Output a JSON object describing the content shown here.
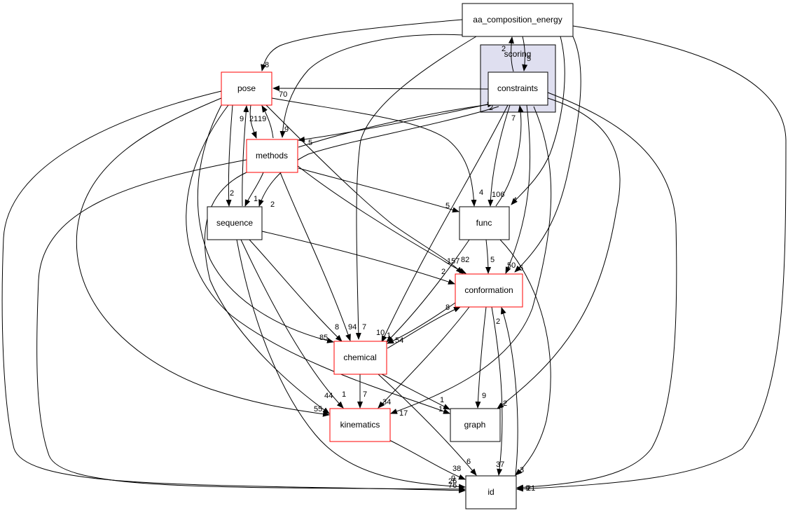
{
  "graph": {
    "cluster": {
      "label": "scoring"
    },
    "nodes": [
      {
        "id": "aa_composition_energy",
        "label": "aa_composition_energy",
        "border": "#000000"
      },
      {
        "id": "constraints",
        "label": "constraints",
        "border": "#000000"
      },
      {
        "id": "pose",
        "label": "pose",
        "border": "#ff0000"
      },
      {
        "id": "methods",
        "label": "methods",
        "border": "#ff0000"
      },
      {
        "id": "sequence",
        "label": "sequence",
        "border": "#000000"
      },
      {
        "id": "func",
        "label": "func",
        "border": "#000000"
      },
      {
        "id": "conformation",
        "label": "conformation",
        "border": "#ff0000"
      },
      {
        "id": "chemical",
        "label": "chemical",
        "border": "#ff0000"
      },
      {
        "id": "kinematics",
        "label": "kinematics",
        "border": "#ff0000"
      },
      {
        "id": "graph",
        "label": "graph",
        "border": "#000000"
      },
      {
        "id": "id",
        "label": "id",
        "border": "#000000"
      }
    ],
    "edge_labels": {
      "aa_to_pose": "8",
      "aa_to_constraints": "5",
      "constraints_to_aa": "2",
      "constraints_to_pose": "70",
      "aa_to_methods": "9",
      "constraints_to_methods": "5",
      "methods_to_constraints": "2",
      "pose_to_methods": "21",
      "methods_to_pose": "9",
      "methods_to_pose_b": "19",
      "pose_to_sequence": "2",
      "methods_to_sequence": "1",
      "constraints_to_sequence": "2",
      "pose_to_func": "4",
      "methods_to_func": "5",
      "constraints_to_func": "106",
      "aa_to_func": "4",
      "func_to_constraints": "7",
      "pose_to_conformation": "157",
      "methods_to_conformation": "82",
      "sequence_to_conformation": "2",
      "func_to_conformation": "5",
      "constraints_to_conformation": "50",
      "aa_to_conformation": "6",
      "pose_to_chemical": "85",
      "sequence_to_chemical": "8",
      "methods_to_chemical": "94",
      "aa_to_chemical": "7",
      "constraints_to_chemical": "10",
      "func_to_chemical": "1",
      "conformation_to_chemical": "54",
      "chemical_to_conformation": "8",
      "pose_to_kinematics": "55",
      "methods_to_kinematics": "44",
      "sequence_to_kinematics": "1",
      "chemical_to_kinematics": "7",
      "conformation_to_kinematics": "34",
      "constraints_to_kinematics": "17",
      "chemical_to_graph": "1",
      "pose_to_graph": "1",
      "conformation_to_graph": "9",
      "constraints_to_graph": "2",
      "kinematics_to_id": "38",
      "chemical_to_id": "6",
      "conformation_to_id": "37",
      "func_to_id": "3",
      "id_to_conformation": "2",
      "pose_to_id": "9",
      "methods_to_id": "76",
      "sequence_to_id": "26",
      "aa_to_id": "9",
      "constraints_to_id": "21"
    }
  }
}
